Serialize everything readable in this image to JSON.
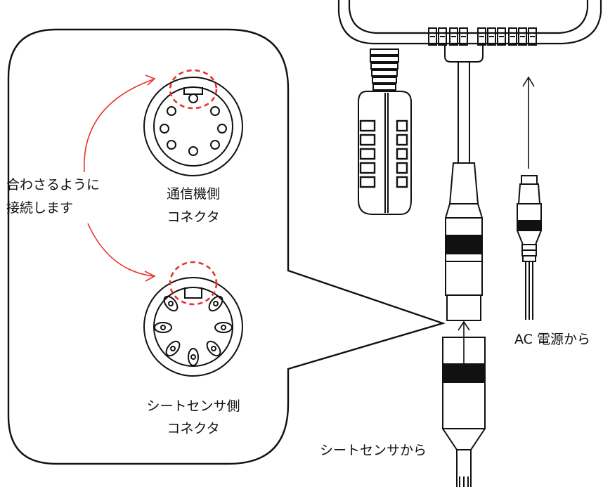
{
  "callout": {
    "instruction_line1": "合わさるように",
    "instruction_line2": "接続します",
    "comm_connector_line1": "通信機側",
    "comm_connector_line2": "コネクタ",
    "sheet_connector_line1": "シートセンサ側",
    "sheet_connector_line2": "コネクタ"
  },
  "labels": {
    "from_sheet_sensor": "シートセンサから",
    "from_ac_power": "AC 電源から"
  },
  "colors": {
    "line": "#111111",
    "arrow": "#e8322b",
    "highlight": "#e8322b"
  }
}
